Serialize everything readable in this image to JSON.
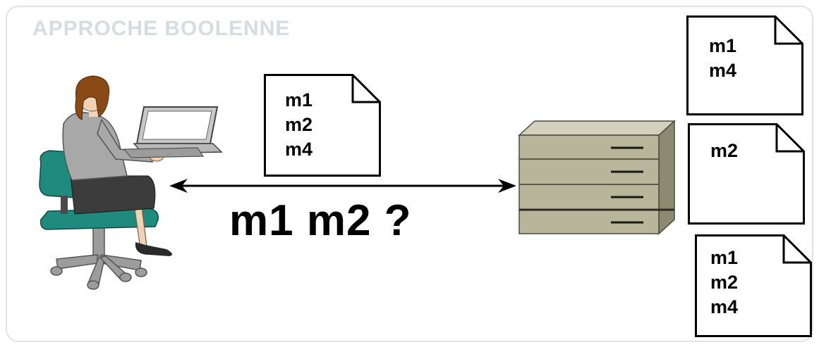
{
  "title": "APPROCHE BOOLENNE",
  "query": "m1 m2 ?",
  "query_document": {
    "terms": [
      "m1",
      "m2",
      "m4"
    ]
  },
  "server_documents": [
    {
      "terms": [
        "m1",
        "m4"
      ]
    },
    {
      "terms": [
        "m2"
      ]
    },
    {
      "terms": [
        "m1",
        "m2",
        "m4"
      ]
    }
  ],
  "icons": {
    "user": "woman-at-laptop-icon",
    "server": "file-cabinet-server-icon",
    "connection": "double-headed-arrow"
  },
  "colors": {
    "title": "#d4dde2",
    "frame": "#dde3e6",
    "server_body": "#b7b59a",
    "chair": "#1f8a7e",
    "hair": "#8a4a16"
  }
}
